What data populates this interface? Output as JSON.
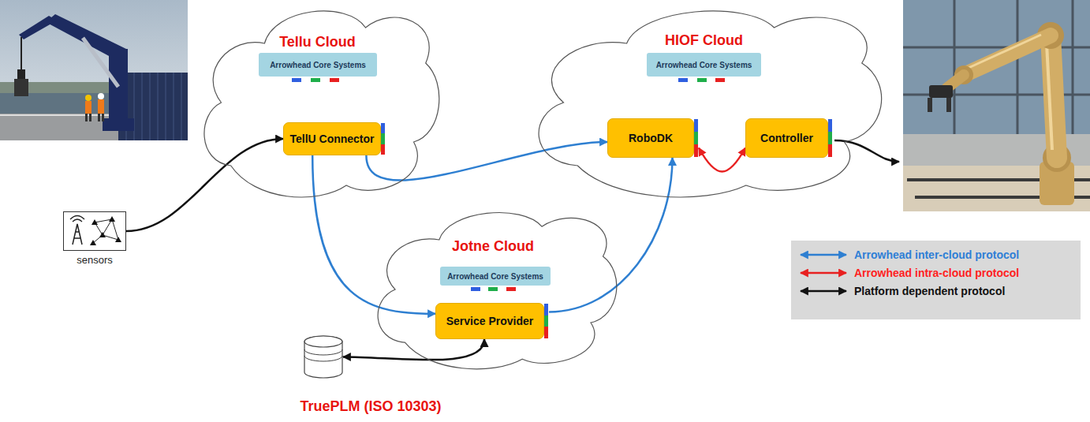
{
  "diagram": {
    "nodes": [
      {
        "text": [
          "Tellu Cloud"
        ]
      },
      {
        "text": [
          "Arrowhead Core Systems"
        ],
        "in": 0
      },
      {
        "text": [
          "TellU Connector"
        ],
        "in": 0
      },
      {
        "text": [
          "HIOF Cloud"
        ]
      },
      {
        "text": [
          "Arrowhead Core Systems"
        ],
        "in": 3
      },
      {
        "text": [
          "RoboDK"
        ],
        "in": 3
      },
      {
        "text": [
          "Controller"
        ],
        "in": 3
      },
      {
        "text": [
          "sensors"
        ]
      },
      {
        "text": [
          "Jotne Cloud"
        ]
      },
      {
        "text": [
          "Arrowhead Core Systems"
        ],
        "in": 8
      },
      {
        "text": [
          "Service Provider"
        ],
        "in": 8
      },
      {
        "text": [
          "TruePLM (ISO 10303)"
        ]
      }
    ],
    "edges": [
      {
        "from": 7,
        "to": 2,
        "arrow": "to"
      },
      {
        "from": 2,
        "to": 5,
        "arrow": "to"
      },
      {
        "from": 2,
        "to": 10,
        "arrow": "to"
      },
      {
        "from": 10,
        "to": 5,
        "arrow": "to"
      },
      {
        "from": 5,
        "to": 6,
        "arrow": "both"
      },
      {
        "from": 10,
        "to": 11,
        "arrow": "both"
      }
    ],
    "legend": [
      {
        "text": "Arrowhead inter-cloud protocol"
      },
      {
        "text": "Arrowhead intra-cloud protocol"
      },
      {
        "text": "Platform dependent protocol"
      }
    ]
  }
}
